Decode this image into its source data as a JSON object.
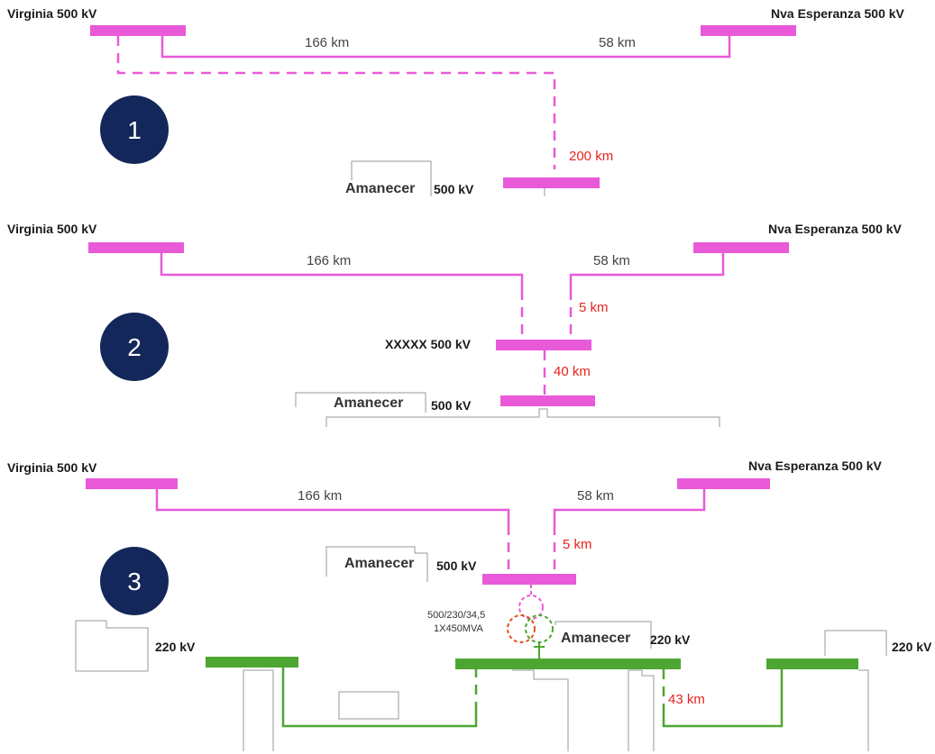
{
  "colors": {
    "bus_500kv": "#e85ad8",
    "bus_220kv": "#4ea632",
    "new_line_distance": "#e8231d",
    "badge": "#14275a"
  },
  "scenario_1": {
    "badge": "1",
    "virginia": "Virginia 500 kV",
    "nva_esperanza": "Nva Esperanza 500 kV",
    "dist_left": "166 km",
    "dist_right": "58 km",
    "dist_new": "200 km",
    "amanecer": "Amanecer",
    "amanecer_kv": "500 kV"
  },
  "scenario_2": {
    "badge": "2",
    "virginia": "Virginia 500 kV",
    "nva_esperanza": "Nva Esperanza 500 kV",
    "dist_left": "166 km",
    "dist_right": "58 km",
    "dist_tap": "5 km",
    "intermediate": "XXXXX 500 kV",
    "dist_link": "40 km",
    "amanecer": "Amanecer",
    "amanecer_kv": "500 kV"
  },
  "scenario_3": {
    "badge": "3",
    "virginia": "Virginia 500 kV",
    "nva_esperanza": "Nva Esperanza 500 kV",
    "dist_left": "166 km",
    "dist_right": "58 km",
    "dist_tap": "5 km",
    "amanecer": "Amanecer",
    "amanecer_kv": "500 kV",
    "transformer_ratio": "500/230/34,5",
    "transformer_rating": "1X450MVA",
    "amanecer_220": "Amanecer",
    "amanecer_220_kv": "220 kV",
    "left_220_kv": "220 kV",
    "right_220_kv": "220 kV",
    "dist_220": "43 km"
  }
}
